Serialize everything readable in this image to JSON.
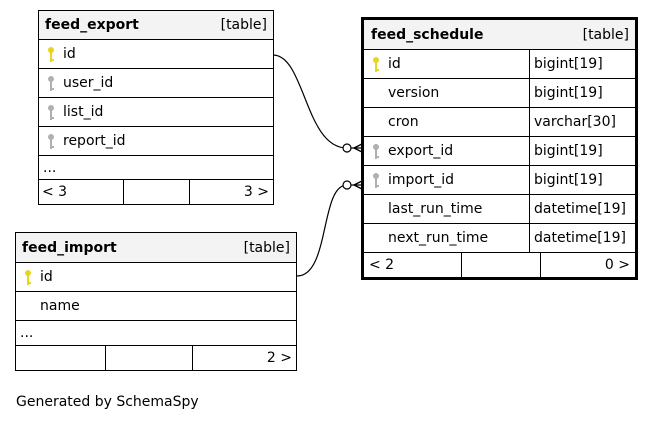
{
  "tables": {
    "feed_export": {
      "name": "feed_export",
      "kind": "[table]",
      "columns": [
        {
          "name": "id",
          "key": "primary"
        },
        {
          "name": "user_id",
          "key": "foreign"
        },
        {
          "name": "list_id",
          "key": "foreign"
        },
        {
          "name": "report_id",
          "key": "foreign"
        }
      ],
      "more": "...",
      "footer": {
        "left": "< 3",
        "right": "3 >"
      }
    },
    "feed_import": {
      "name": "feed_import",
      "kind": "[table]",
      "columns": [
        {
          "name": "id",
          "key": "primary"
        },
        {
          "name": "name",
          "key": "none"
        }
      ],
      "more": "...",
      "footer": {
        "left": "",
        "right": "2 >"
      }
    },
    "feed_schedule": {
      "name": "feed_schedule",
      "kind": "[table]",
      "columns": [
        {
          "name": "id",
          "type": "bigint[19]",
          "key": "primary"
        },
        {
          "name": "version",
          "type": "bigint[19]",
          "key": "none"
        },
        {
          "name": "cron",
          "type": "varchar[30]",
          "key": "none"
        },
        {
          "name": "export_id",
          "type": "bigint[19]",
          "key": "foreign"
        },
        {
          "name": "import_id",
          "type": "bigint[19]",
          "key": "foreign"
        },
        {
          "name": "last_run_time",
          "type": "datetime[19]",
          "key": "none"
        },
        {
          "name": "next_run_time",
          "type": "datetime[19]",
          "key": "none"
        }
      ],
      "footer": {
        "left": "< 2",
        "right": "0 >"
      }
    }
  },
  "relationships": [
    {
      "from": "feed_schedule.export_id",
      "to": "feed_export.id"
    },
    {
      "from": "feed_schedule.import_id",
      "to": "feed_import.id"
    }
  ],
  "colors": {
    "primary_key": "#e8d51e",
    "foreign_key": "#b0b0b0",
    "header_bg": "#f3f3f3"
  },
  "footer_note": "Generated by SchemaSpy"
}
